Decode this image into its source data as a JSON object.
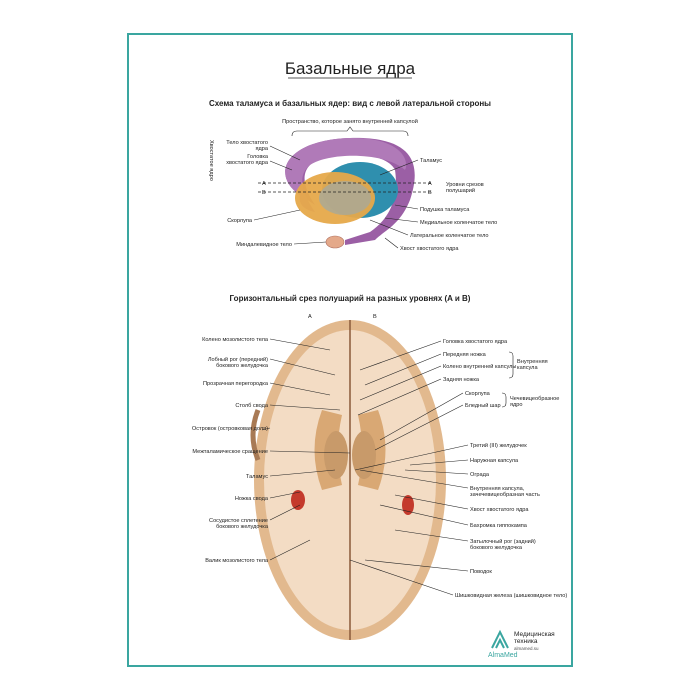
{
  "title": "Базальные ядра",
  "section1": {
    "title": "Схема таламуса и базальных ядер: вид с левой латеральной стороны",
    "top_label": "Пространство, которое занято внутренней капсулой",
    "group_caudate": "Хвостатое ядро",
    "labels_left": [
      "Тело хвостатого",
      "ядра",
      "Головка",
      "хвостатого ядра",
      "Скорлупа",
      "Миндалевидное тело"
    ],
    "level_A": "A",
    "level_B": "B",
    "labels_right": [
      "Таламус",
      "Уровни срезов",
      "полушарий",
      "Подушка таламуса",
      "Медиальное коленчатое тело",
      "Латеральное коленчатое тело",
      "Хвост хвостатого ядра"
    ]
  },
  "section2": {
    "title": "Горизонтальный срез полушарий на разных уровнях (A и B)",
    "side_A": "A",
    "side_B": "B",
    "labels_left": [
      [
        "Колено мозолистого тела"
      ],
      [
        "Лобный рог (передний)",
        "бокового желудочка"
      ],
      [
        "Прозрачная перегородка"
      ],
      [
        "Столб свода"
      ],
      [
        "Островок (островковая доля)"
      ],
      [
        "Межталамическое сращение"
      ],
      [
        "Таламус"
      ],
      [
        "Ножка свода"
      ],
      [
        "Сосудистое сплетение",
        "бокового желудочка"
      ],
      [
        "Валик мозолистого тела"
      ]
    ],
    "labels_right": [
      [
        "Головка хвостатого ядра"
      ],
      [
        "Передняя ножка"
      ],
      [
        "Колено внутренней капсулы"
      ],
      [
        "Задняя ножка"
      ],
      [
        "Скорлупа"
      ],
      [
        "Бледный шар"
      ],
      [
        "Третий (III) желудочек"
      ],
      [
        "Наружная капсула"
      ],
      [
        "Ограда"
      ],
      [
        "Внутренняя капсула,",
        "зачечевицеобразная часть"
      ],
      [
        "Хвост хвостатого ядра"
      ],
      [
        "Бахромка гиппокампа"
      ],
      [
        "Затылочный рог (задний)",
        "бокового желудочка"
      ],
      [
        "Поводок"
      ],
      [
        "Шишковидная железа (шишковидное тело)"
      ]
    ],
    "group_internal_capsule": [
      "Внутренняя",
      "капсула"
    ],
    "group_lentiform": [
      "Чечевицеобразное",
      "ядро"
    ]
  },
  "logo": {
    "name": "AlmaMed",
    "line1": "Медицинская",
    "line2": "техника",
    "site": "almamed.su"
  },
  "colors": {
    "frame": "#3aa6a0",
    "caudate": "#9b5fa5",
    "putamen": "#e6a94a",
    "thalamus": "#2f8fae",
    "brain": "#f3dcc4",
    "gray_matter": "#d9a874"
  }
}
